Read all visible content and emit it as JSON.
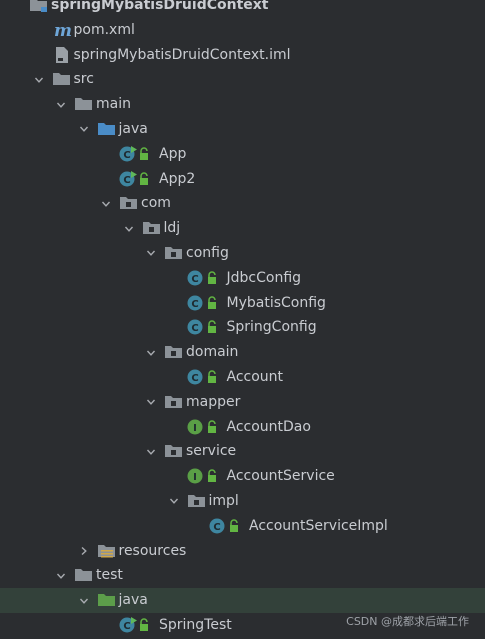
{
  "project_tree": {
    "items": [
      {
        "label": "springMybatisDruidContext",
        "level": 0,
        "icon": "module-folder-icon",
        "arrow": "none",
        "bold": true
      },
      {
        "label": "pom.xml",
        "level": 1,
        "icon": "maven-file-icon",
        "arrow": "none"
      },
      {
        "label": "springMybatisDruidContext.iml",
        "level": 1,
        "icon": "iml-file-icon",
        "arrow": "none"
      },
      {
        "label": "src",
        "level": 1,
        "icon": "folder-icon",
        "arrow": "down"
      },
      {
        "label": "main",
        "level": 2,
        "icon": "folder-icon",
        "arrow": "down"
      },
      {
        "label": "java",
        "level": 3,
        "icon": "source-folder-icon",
        "arrow": "down"
      },
      {
        "label": "App",
        "level": 4,
        "icon": "runnable-class-icon",
        "arrow": "none",
        "lock": true
      },
      {
        "label": "App2",
        "level": 4,
        "icon": "runnable-class-icon",
        "arrow": "none",
        "lock": true
      },
      {
        "label": "com",
        "level": 4,
        "icon": "package-icon",
        "arrow": "down"
      },
      {
        "label": "ldj",
        "level": 5,
        "icon": "package-icon",
        "arrow": "down"
      },
      {
        "label": "config",
        "level": 6,
        "icon": "package-icon",
        "arrow": "down"
      },
      {
        "label": "JdbcConfig",
        "level": 7,
        "icon": "class-icon",
        "arrow": "none",
        "lock": true
      },
      {
        "label": "MybatisConfig",
        "level": 7,
        "icon": "class-icon",
        "arrow": "none",
        "lock": true
      },
      {
        "label": "SpringConfig",
        "level": 7,
        "icon": "class-icon",
        "arrow": "none",
        "lock": true
      },
      {
        "label": "domain",
        "level": 6,
        "icon": "package-icon",
        "arrow": "down"
      },
      {
        "label": "Account",
        "level": 7,
        "icon": "class-icon",
        "arrow": "none",
        "lock": true
      },
      {
        "label": "mapper",
        "level": 6,
        "icon": "package-icon",
        "arrow": "down"
      },
      {
        "label": "AccountDao",
        "level": 7,
        "icon": "interface-icon",
        "arrow": "none",
        "lock": true
      },
      {
        "label": "service",
        "level": 6,
        "icon": "package-icon",
        "arrow": "down"
      },
      {
        "label": "AccountService",
        "level": 7,
        "icon": "interface-icon",
        "arrow": "none",
        "lock": true
      },
      {
        "label": "impl",
        "level": 7,
        "icon": "package-icon",
        "arrow": "down"
      },
      {
        "label": "AccountServiceImpl",
        "level": 8,
        "icon": "class-icon",
        "arrow": "none",
        "lock": true
      },
      {
        "label": "resources",
        "level": 3,
        "icon": "resources-folder-icon",
        "arrow": "right"
      },
      {
        "label": "test",
        "level": 2,
        "icon": "folder-icon",
        "arrow": "down"
      },
      {
        "label": "java",
        "level": 3,
        "icon": "test-source-folder-icon",
        "arrow": "down",
        "selected": true
      },
      {
        "label": "SpringTest",
        "level": 4,
        "icon": "runnable-class-icon",
        "arrow": "none",
        "lock": true
      }
    ]
  },
  "watermark": "CSDN @成都求后端工作",
  "colors": {
    "background": "#2b2d30",
    "text": "#c9ccd1",
    "selection": "#33413a",
    "folder": "#8c9298",
    "source_folder": "#4a8cc7",
    "test_folder": "#5c9e4a",
    "class_icon": "#3e86a0",
    "interface_icon": "#5a9f46",
    "lock": "#62b543"
  }
}
